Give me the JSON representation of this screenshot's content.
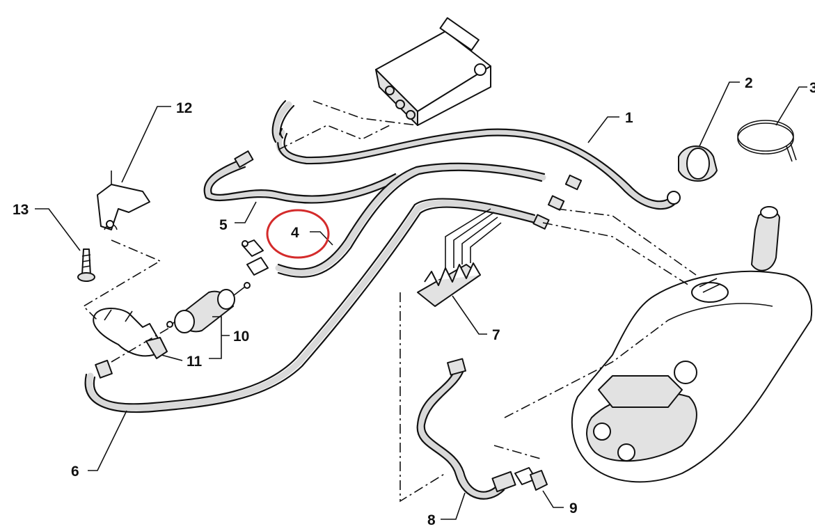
{
  "callouts": [
    {
      "id": "c1",
      "label": "1"
    },
    {
      "id": "c2",
      "label": "2"
    },
    {
      "id": "c3",
      "label": "3"
    },
    {
      "id": "c4",
      "label": "4"
    },
    {
      "id": "c5",
      "label": "5"
    },
    {
      "id": "c6",
      "label": "6"
    },
    {
      "id": "c7",
      "label": "7"
    },
    {
      "id": "c8",
      "label": "8"
    },
    {
      "id": "c9",
      "label": "9"
    },
    {
      "id": "c10",
      "label": "10"
    },
    {
      "id": "c11",
      "label": "11"
    },
    {
      "id": "c12",
      "label": "12"
    },
    {
      "id": "c13",
      "label": "13"
    }
  ],
  "highlight": {
    "target_label": "4",
    "color": "#d42b2b"
  },
  "colors": {
    "line": "#111111",
    "shade": "#d9d9d9",
    "background": "#ffffff"
  }
}
